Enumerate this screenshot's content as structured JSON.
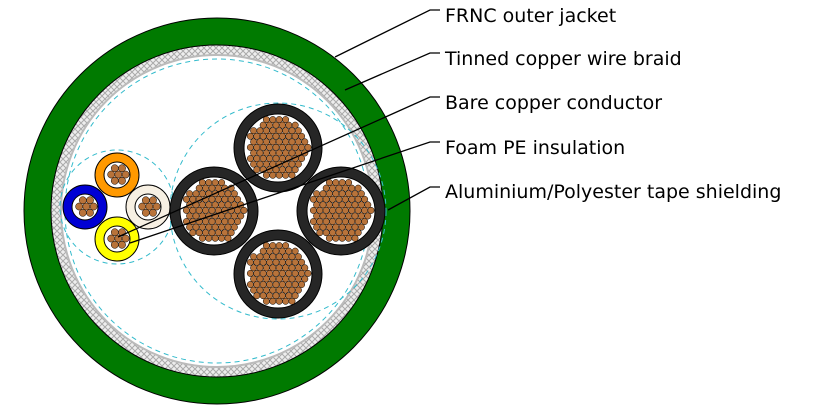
{
  "labels": [
    "FRNC outer jacket",
    "Tinned copper wire braid",
    "Bare copper conductor",
    "Foam PE insulation",
    "Aluminium/Polyester tape shielding"
  ],
  "colors": {
    "jacket": "#007a00",
    "copper": "#b8733a",
    "big_insulation": "#262626",
    "small_insulation": [
      "#ff9900",
      "#f7f0e3",
      "#ffff00",
      "#0000d4"
    ],
    "shield_dash": "#33bbcc"
  }
}
